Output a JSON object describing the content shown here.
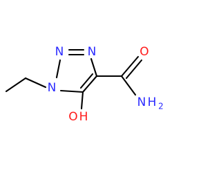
{
  "molecule": {
    "atoms": {
      "n_top_left": {
        "symbol": "N",
        "color": "#2b2bff"
      },
      "n_top_right": {
        "symbol": "N",
        "color": "#2b2bff"
      },
      "n_ring": {
        "symbol": "N",
        "color": "#2b2bff"
      },
      "oxygen_carbonyl": {
        "symbol": "O",
        "color": "#ff1a1a"
      },
      "amide_n": {
        "symbol": "N",
        "color": "#2b2bff"
      },
      "amide_h": {
        "symbol": "H",
        "color": "#2b2bff"
      },
      "amide_h_count": {
        "symbol": "2",
        "color": "#2b2bff"
      },
      "hydroxyl_o": {
        "symbol": "O",
        "color": "#ff1a1a"
      },
      "hydroxyl_h": {
        "symbol": "H",
        "color": "#ff1a1a"
      }
    }
  }
}
